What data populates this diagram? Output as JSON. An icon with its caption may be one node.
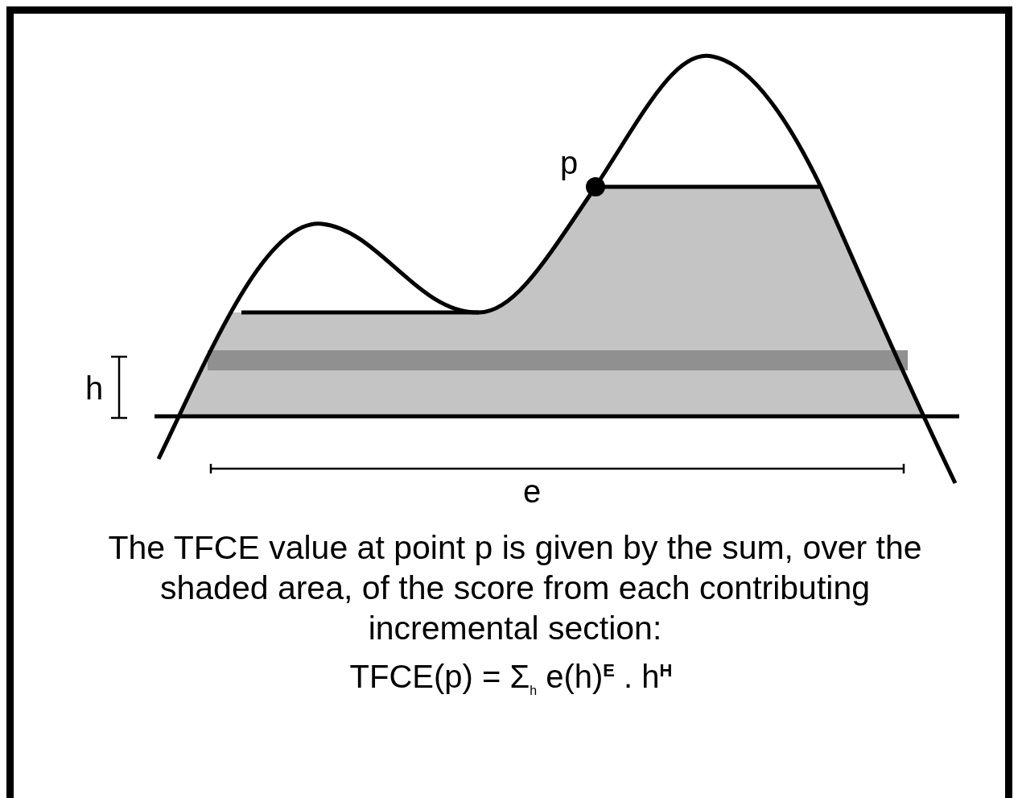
{
  "diagram": {
    "caption": "The TFCE value at point p is given by the sum, over the shaded area, of the score from each contributing incremental section:",
    "labels": [
      "p",
      "h",
      "e",
      "TFCE(p) = Σ$_{h}$ e(h)$^{E}$ . h$^{H}$"
    ]
  }
}
